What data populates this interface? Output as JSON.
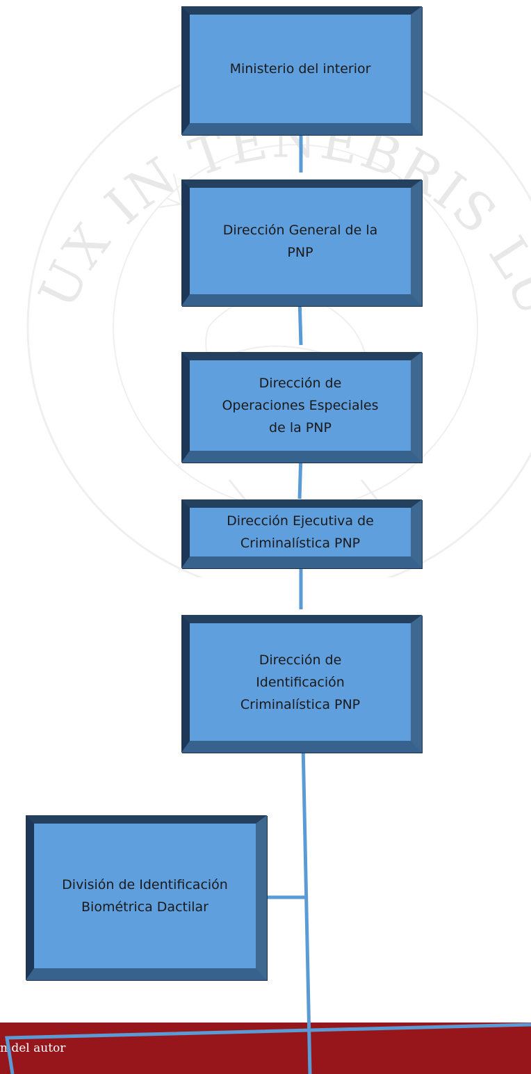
{
  "diagram": {
    "nodes": [
      {
        "id": "ministerio",
        "label": "Ministerio del interior"
      },
      {
        "id": "direccion-general",
        "label": "Dirección General de la\nPNP"
      },
      {
        "id": "operaciones-especiales",
        "label": "Dirección de\nOperaciones Especiales\nde la PNP"
      },
      {
        "id": "ejecutiva-criminalistica",
        "label": "Dirección Ejecutiva de\nCriminalística PNP"
      },
      {
        "id": "identificacion-criminalistica",
        "label": "Dirección de\nIdentificación\nCriminalística PNP"
      },
      {
        "id": "division-biometrica",
        "label": "División de Identificación\nBiométrica Dactilar"
      }
    ],
    "edges": [
      {
        "from": "ministerio",
        "to": "direccion-general"
      },
      {
        "from": "direccion-general",
        "to": "operaciones-especiales"
      },
      {
        "from": "operaciones-especiales",
        "to": "ejecutiva-criminalistica"
      },
      {
        "from": "ejecutiva-criminalistica",
        "to": "identificacion-criminalistica"
      },
      {
        "from": "identificacion-criminalistica",
        "to": "division-biometrica"
      }
    ]
  },
  "watermark": {
    "text": "ET LUX IN TENEBRIS LUCET",
    "color": "#e8e8e8"
  },
  "footer": {
    "text": "n del autor",
    "band_color": "#97161c",
    "text_color": "#ffffff"
  },
  "colors": {
    "box_fill": "#5f9fde",
    "box_bevel_dark": "#24405f",
    "connector": "#5b9bd5"
  }
}
